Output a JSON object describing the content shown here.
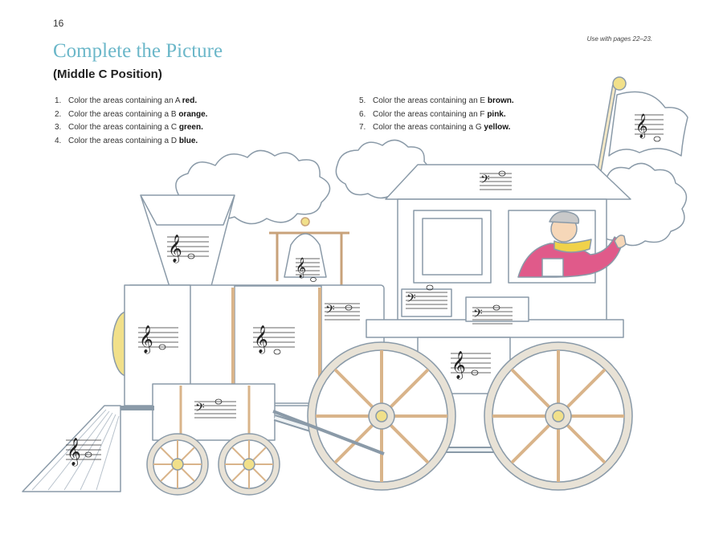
{
  "page": {
    "number": "16",
    "use_with": "Use with pages 22–23.",
    "title": "Complete the Picture",
    "subtitle": "(Middle C Position)"
  },
  "instructions": [
    {
      "num": "1.",
      "text": "Color the areas containing an A",
      "color": "red."
    },
    {
      "num": "2.",
      "text": "Color the areas containing a B",
      "color": "orange."
    },
    {
      "num": "3.",
      "text": "Color the areas containing a C",
      "color": "green."
    },
    {
      "num": "4.",
      "text": "Color the areas containing a D",
      "color": "blue."
    },
    {
      "num": "5.",
      "text": "Color the areas containing an E",
      "color": "brown."
    },
    {
      "num": "6.",
      "text": "Color the areas containing an F",
      "color": "pink."
    },
    {
      "num": "7.",
      "text": "Color the areas containing a G",
      "color": "yellow."
    }
  ],
  "colors": {
    "title": "#6bb7c9",
    "outline": "#8a9aa8",
    "wheel_fill": "#e8e2d6",
    "wood": "#d9b48a",
    "bell_rope": "#c8a27a",
    "gold_light": "#f1e08a",
    "boy_shirt": "#e05a8a",
    "boy_scarf": "#f0d24a",
    "boy_skin": "#f6d7b8",
    "boy_cap": "#c9c9c9"
  },
  "illustration": {
    "subject": "steam-locomotive",
    "staff_notes": [
      {
        "clef": "treble",
        "location": "flag"
      },
      {
        "clef": "bass",
        "location": "cab-roof"
      },
      {
        "clef": "treble",
        "location": "smokestack"
      },
      {
        "clef": "treble",
        "location": "bell"
      },
      {
        "clef": "treble",
        "location": "boiler-left"
      },
      {
        "clef": "treble",
        "location": "boiler-middle"
      },
      {
        "clef": "bass",
        "location": "boiler-right"
      },
      {
        "clef": "bass",
        "location": "cab-lower-left"
      },
      {
        "clef": "bass",
        "location": "cab-lower-right"
      },
      {
        "clef": "treble",
        "location": "cab-body"
      },
      {
        "clef": "bass",
        "location": "front-truck"
      },
      {
        "clef": "treble",
        "location": "cowcatcher"
      }
    ]
  }
}
